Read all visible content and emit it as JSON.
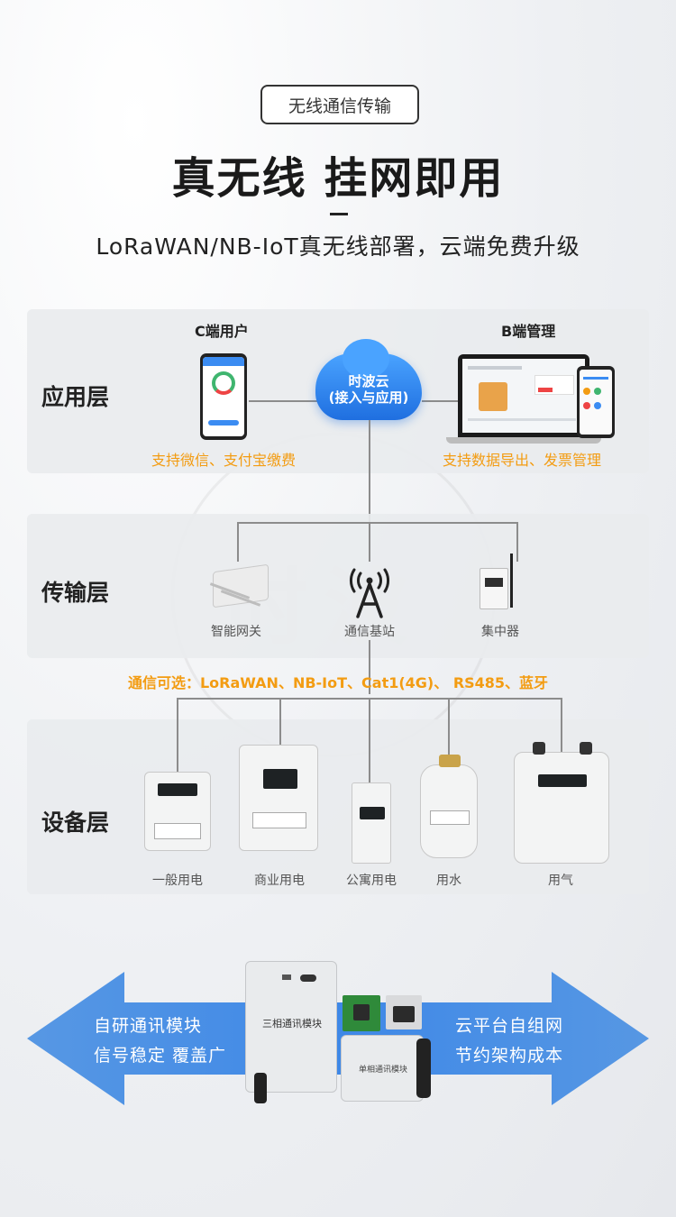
{
  "header": {
    "pill": "无线通信传输",
    "headline": "真无线 挂网即用",
    "subhead": "LoRaWAN/NB-IoT真无线部署，云端免费升级"
  },
  "app_layer": {
    "title": "应用层",
    "c_user": "C端用户",
    "b_manage": "B端管理",
    "cloud_line1": "时波云",
    "cloud_line2": "(接入与应用)",
    "c_feature": "支持微信、支付宝缴费",
    "b_feature": "支持数据导出、发票管理"
  },
  "transport_layer": {
    "title": "传输层",
    "gateway": "智能网关",
    "base_station": "通信基站",
    "concentrator": "集中器",
    "comm_options": "通信可选：LoRaWAN、NB-IoT、Cat1(4G)、 RS485、蓝牙"
  },
  "device_layer": {
    "title": "设备层",
    "devices": [
      "一般用电",
      "商业用电",
      "公寓用电",
      "用水",
      "用气"
    ]
  },
  "bottom": {
    "left_line1": "自研通讯模块",
    "left_line2": "信号稳定 覆盖广",
    "right_line1": "云平台自组网",
    "right_line2": "节约架构成本",
    "module_three_phase": "三相通讯模块",
    "module_single_phase": "单相通讯模块"
  },
  "colors": {
    "accent_orange": "#f39c12",
    "cloud_blue": "#1f6fe0",
    "arrow_blue": "#2f7fe6"
  }
}
